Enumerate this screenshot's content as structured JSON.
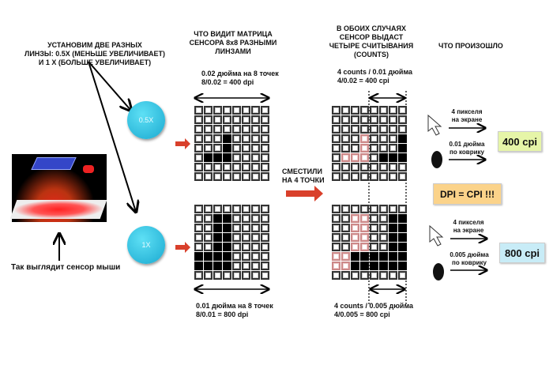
{
  "intro": {
    "line1": "УСТАНОВИМ ДВЕ РАЗНЫХ",
    "line2": "ЛИНЗЫ: 0.5X (МЕНЬШЕ УВЕЛИЧИВАЕТ)",
    "line3": "И 1 X (БОЛЬШЕ УВЕЛИЧИВАЕТ)"
  },
  "sensor_caption": "Так выглядит сенсор мыши",
  "lenses": {
    "small": "0.5X",
    "large": "1X"
  },
  "matrix_header": {
    "line1": "ЧТО ВИДИТ МАТРИЦА",
    "line2": "СЕНСОРА 8x8 РАЗНЫМИ",
    "line3": "ЛИНЗАМИ"
  },
  "matrix_top": {
    "line1": "0.02 дюйма на 8 точек",
    "line2": "8/0.02 = 400 dpi"
  },
  "matrix_bottom": {
    "line1": "0.01 дюйма на 8 точек",
    "line2": "8/0.01 = 800 dpi"
  },
  "shift_label": {
    "line1": "СМЕСТИЛИ",
    "line2": "НА 4 ТОЧКИ"
  },
  "counts_header": {
    "line1": "В ОБОИХ СЛУЧАЯХ",
    "line2": "СЕНСОР ВЫДАСТ",
    "line3": "ЧЕТЫРЕ СЧИТЫВАНИЯ",
    "line4": "(COUNTS)"
  },
  "counts_top": {
    "line1": "4 counts / 0.01 дюйма",
    "line2": "4/0.02 = 400 cpi"
  },
  "counts_bottom": {
    "line1": "4 counts / 0.005 дюйма",
    "line2": "4/0.005 = 800 cpi"
  },
  "result_header": "ЧТО ПРОИЗОШЛО",
  "result_top": {
    "screen1": "4 пикселя",
    "screen2": "на экране",
    "pad1": "0.01 дюйма",
    "pad2": "по коврику",
    "value": "400 cpi",
    "color": "#e6f5a8"
  },
  "result_bottom": {
    "screen1": "4 пикселя",
    "screen2": "на экране",
    "pad1": "0.005 дюйма",
    "pad2": "по коврику",
    "value": "800 cpi",
    "color": "#c8ecf7"
  },
  "equality": {
    "text": "DPI = CPI !!!",
    "color": "#fbd38a"
  },
  "grids": {
    "g1": {
      "on": [
        [
          3,
          3
        ],
        [
          4,
          3
        ],
        [
          5,
          1
        ],
        [
          5,
          2
        ],
        [
          5,
          3
        ]
      ],
      "ghost": []
    },
    "g2": {
      "on": [
        [
          1,
          2
        ],
        [
          1,
          3
        ],
        [
          2,
          2
        ],
        [
          2,
          3
        ],
        [
          3,
          2
        ],
        [
          3,
          3
        ],
        [
          4,
          2
        ],
        [
          4,
          3
        ],
        [
          5,
          0
        ],
        [
          5,
          1
        ],
        [
          5,
          2
        ],
        [
          5,
          3
        ],
        [
          6,
          0
        ],
        [
          6,
          1
        ],
        [
          6,
          2
        ],
        [
          6,
          3
        ]
      ],
      "ghost": []
    },
    "g3": {
      "on": [
        [
          3,
          7
        ],
        [
          4,
          7
        ],
        [
          5,
          5
        ],
        [
          5,
          6
        ],
        [
          5,
          7
        ]
      ],
      "ghost": [
        [
          3,
          3
        ],
        [
          4,
          3
        ],
        [
          5,
          1
        ],
        [
          5,
          2
        ],
        [
          5,
          3
        ]
      ]
    },
    "g4": {
      "on": [
        [
          1,
          6
        ],
        [
          1,
          7
        ],
        [
          2,
          6
        ],
        [
          2,
          7
        ],
        [
          3,
          6
        ],
        [
          3,
          7
        ],
        [
          4,
          6
        ],
        [
          4,
          7
        ],
        [
          5,
          2
        ],
        [
          5,
          3
        ],
        [
          5,
          4
        ],
        [
          5,
          5
        ],
        [
          5,
          6
        ],
        [
          5,
          7
        ],
        [
          6,
          2
        ],
        [
          6,
          3
        ],
        [
          6,
          4
        ],
        [
          6,
          5
        ],
        [
          6,
          6
        ],
        [
          6,
          7
        ]
      ],
      "ghost": [
        [
          1,
          2
        ],
        [
          1,
          3
        ],
        [
          2,
          2
        ],
        [
          2,
          3
        ],
        [
          3,
          2
        ],
        [
          3,
          3
        ],
        [
          4,
          2
        ],
        [
          4,
          3
        ],
        [
          5,
          0
        ],
        [
          5,
          1
        ],
        [
          6,
          0
        ],
        [
          6,
          1
        ]
      ]
    }
  }
}
